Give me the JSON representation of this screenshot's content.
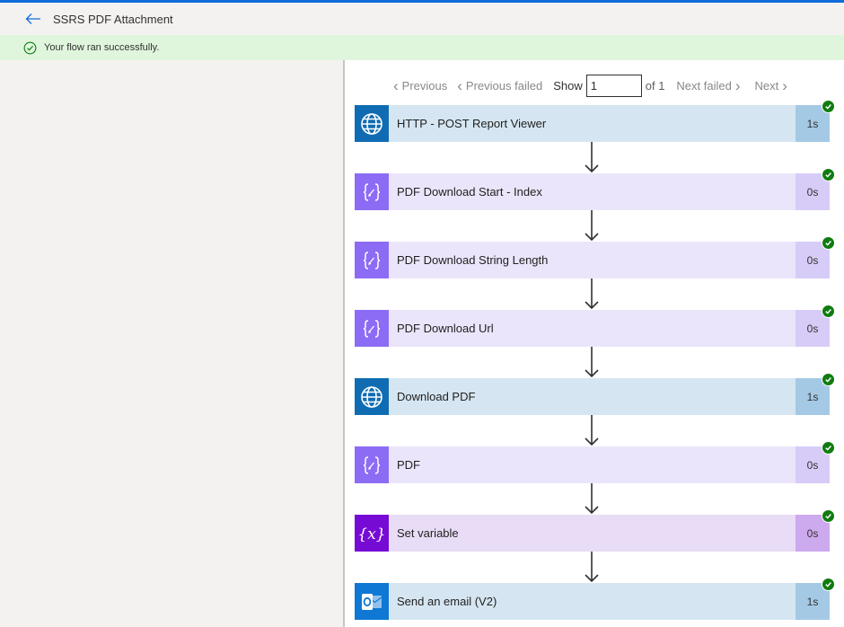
{
  "header": {
    "title": "SSRS PDF Attachment"
  },
  "banner": {
    "text": "Your flow ran successfully."
  },
  "pager": {
    "previous": "Previous",
    "previous_failed": "Previous failed",
    "show": "Show",
    "current_value": "1",
    "of": "of 1",
    "next_failed": "Next failed",
    "next": "Next"
  },
  "steps": [
    {
      "label": "HTTP - POST Report Viewer",
      "duration": "1s",
      "icon": "globe-icon",
      "status": "succeeded"
    },
    {
      "label": "PDF Download Start - Index",
      "duration": "0s",
      "icon": "compose-icon",
      "status": "succeeded"
    },
    {
      "label": "PDF Download String Length",
      "duration": "0s",
      "icon": "compose-icon",
      "status": "succeeded"
    },
    {
      "label": "PDF Download Url",
      "duration": "0s",
      "icon": "compose-icon",
      "status": "succeeded"
    },
    {
      "label": "Download PDF",
      "duration": "1s",
      "icon": "globe-icon",
      "status": "succeeded"
    },
    {
      "label": "PDF",
      "duration": "0s",
      "icon": "compose-icon",
      "status": "succeeded"
    },
    {
      "label": "Set variable",
      "duration": "0s",
      "icon": "variable-icon",
      "status": "succeeded"
    },
    {
      "label": "Send an email (V2)",
      "duration": "1s",
      "icon": "outlook-icon",
      "status": "succeeded"
    }
  ],
  "colors": {
    "accent": "#0f6cdb",
    "success": "#107c10",
    "banner_bg": "#dff6dd",
    "http_icon": "#0f6cb3",
    "http_body": "#d5e6f2",
    "http_dur": "#a4c9e5",
    "compose_icon": "#8c6cf5",
    "compose_body": "#ebe5fb",
    "compose_dur": "#d7ccf7",
    "variable_icon": "#770bd6",
    "variable_body": "#e8dcf6",
    "variable_dur": "#cda9ee",
    "outlook_icon": "#0f78d4",
    "outlook_body": "#d5e6f2",
    "outlook_dur": "#a4c9e5"
  }
}
